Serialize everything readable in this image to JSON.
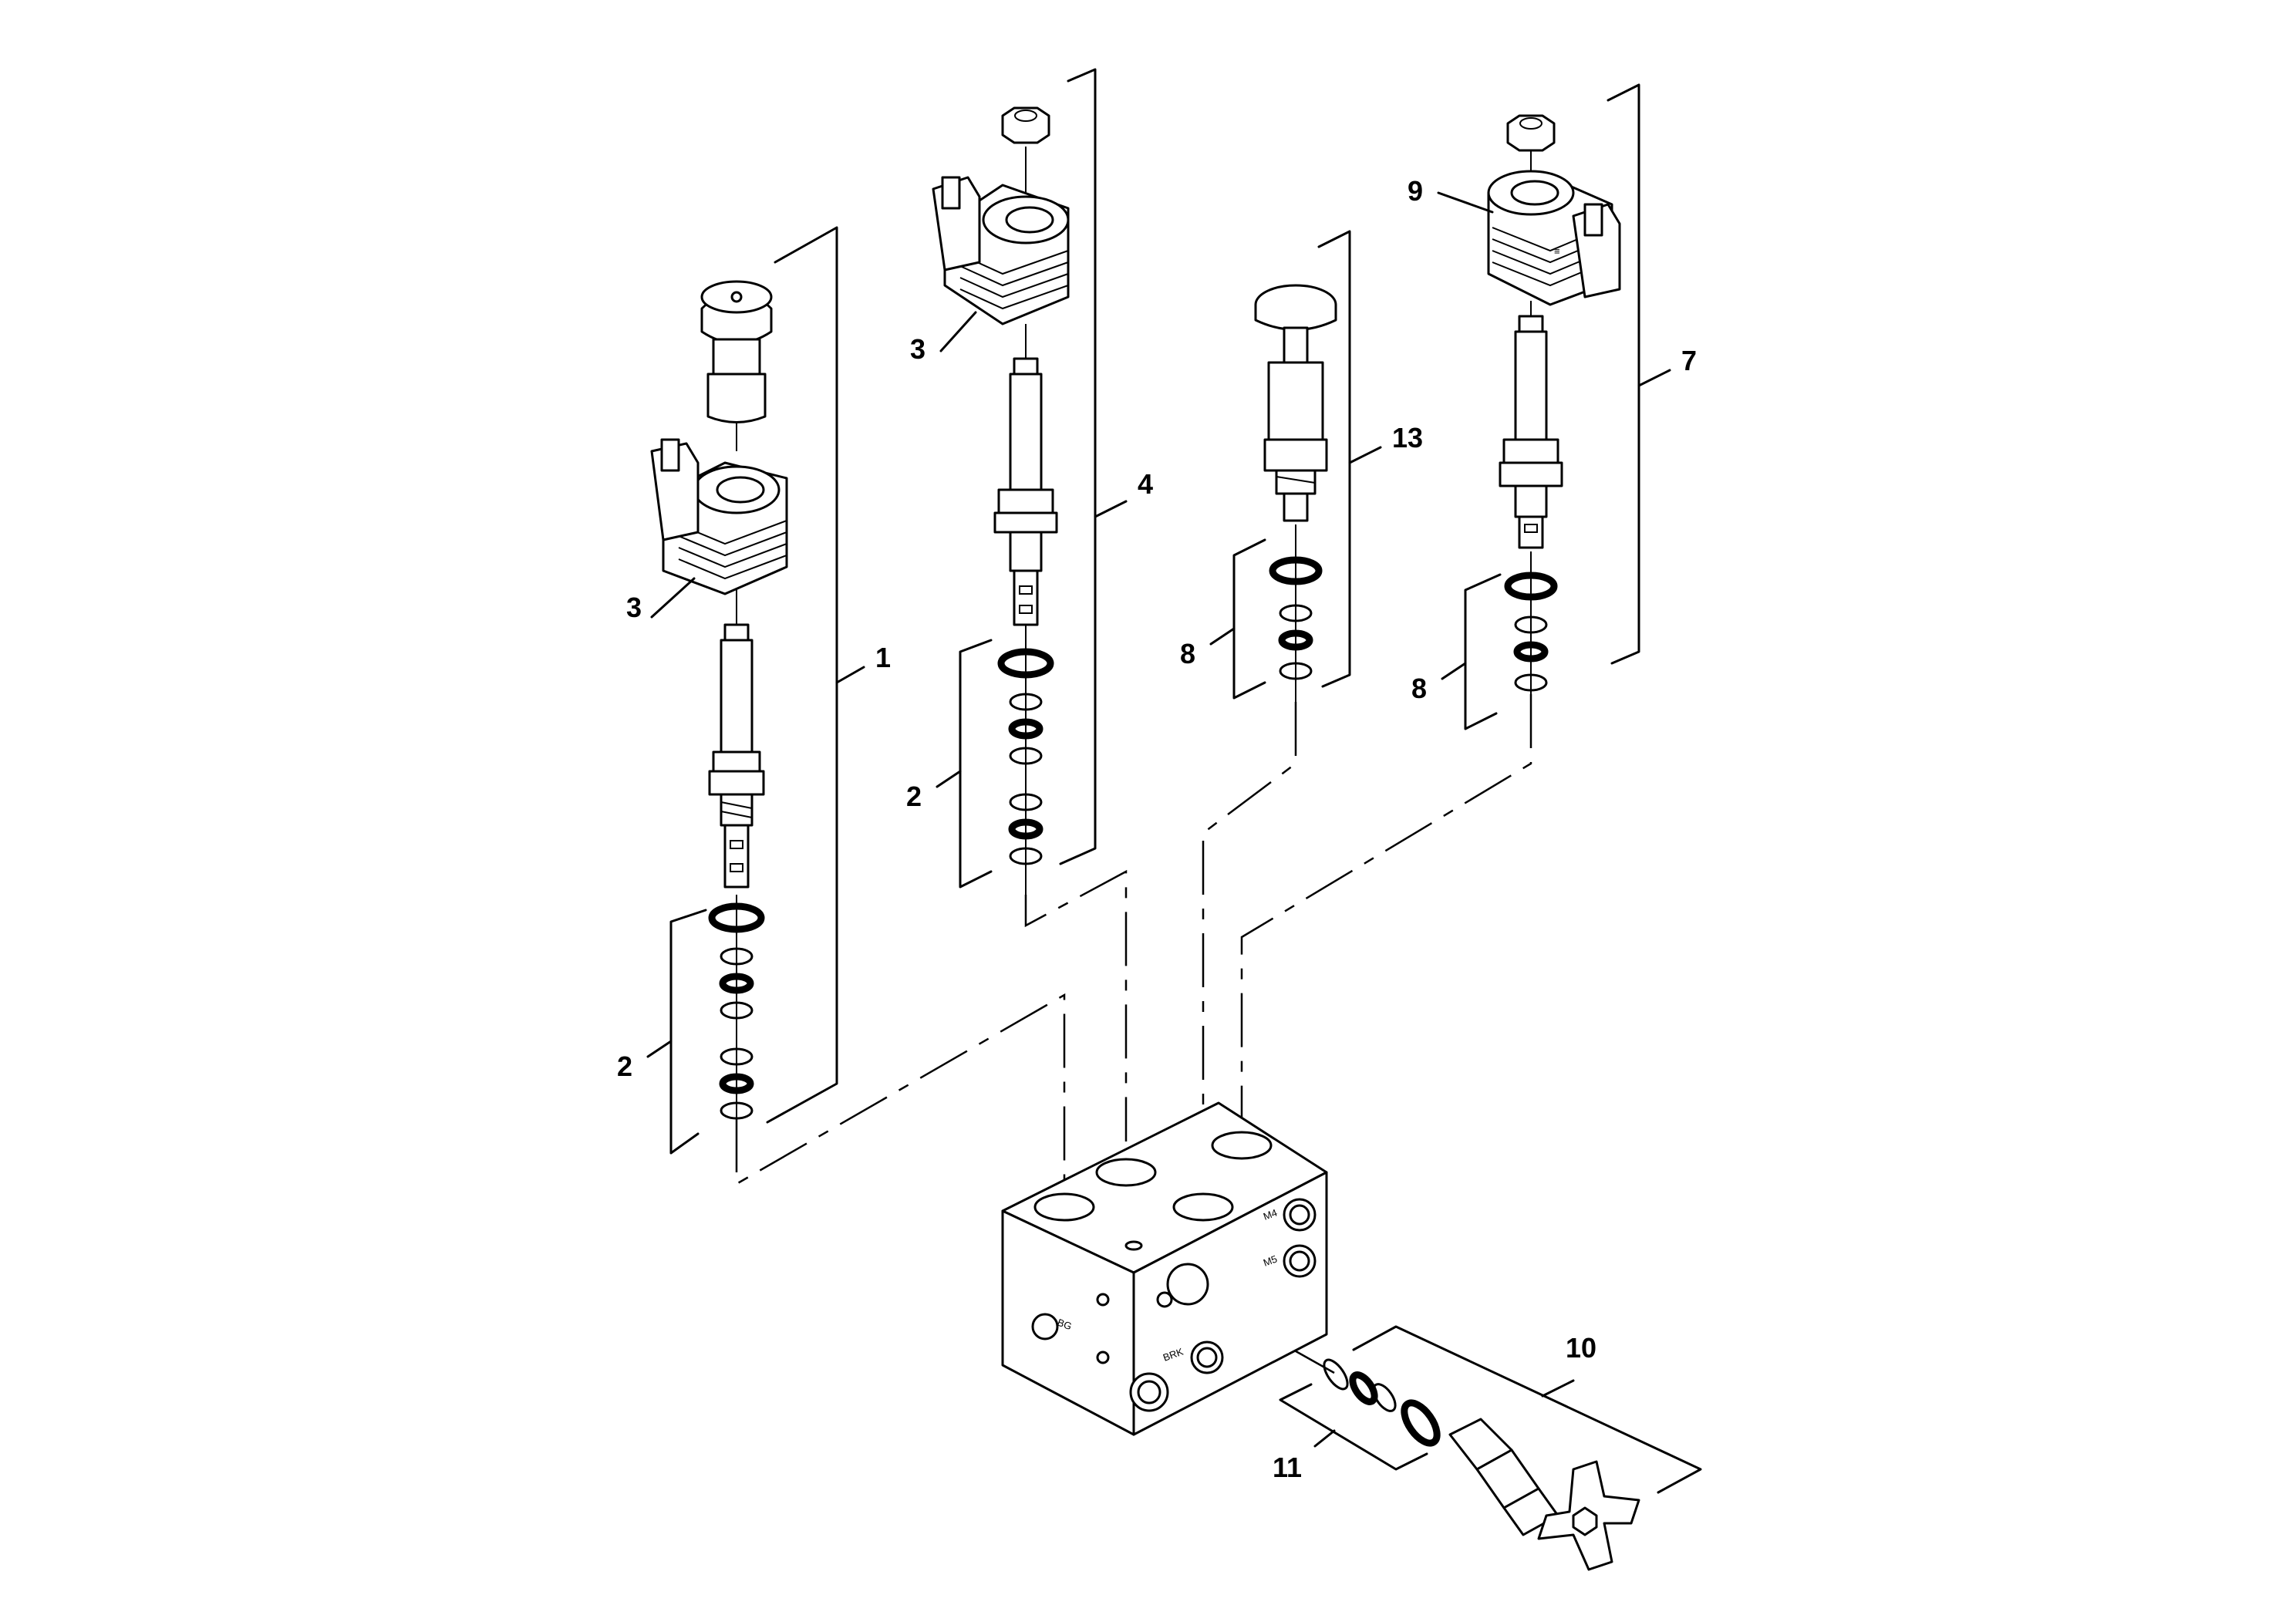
{
  "callouts": {
    "c1": "1",
    "c2a": "2",
    "c2b": "2",
    "c3a": "3",
    "c3b": "3",
    "c4": "4",
    "c7": "7",
    "c8a": "8",
    "c8b": "8",
    "c9": "9",
    "c10": "10",
    "c11": "11",
    "c13": "13"
  },
  "port_labels": {
    "m4": "M4",
    "m5": "M5",
    "bg": "BG",
    "brk": "BRK"
  }
}
